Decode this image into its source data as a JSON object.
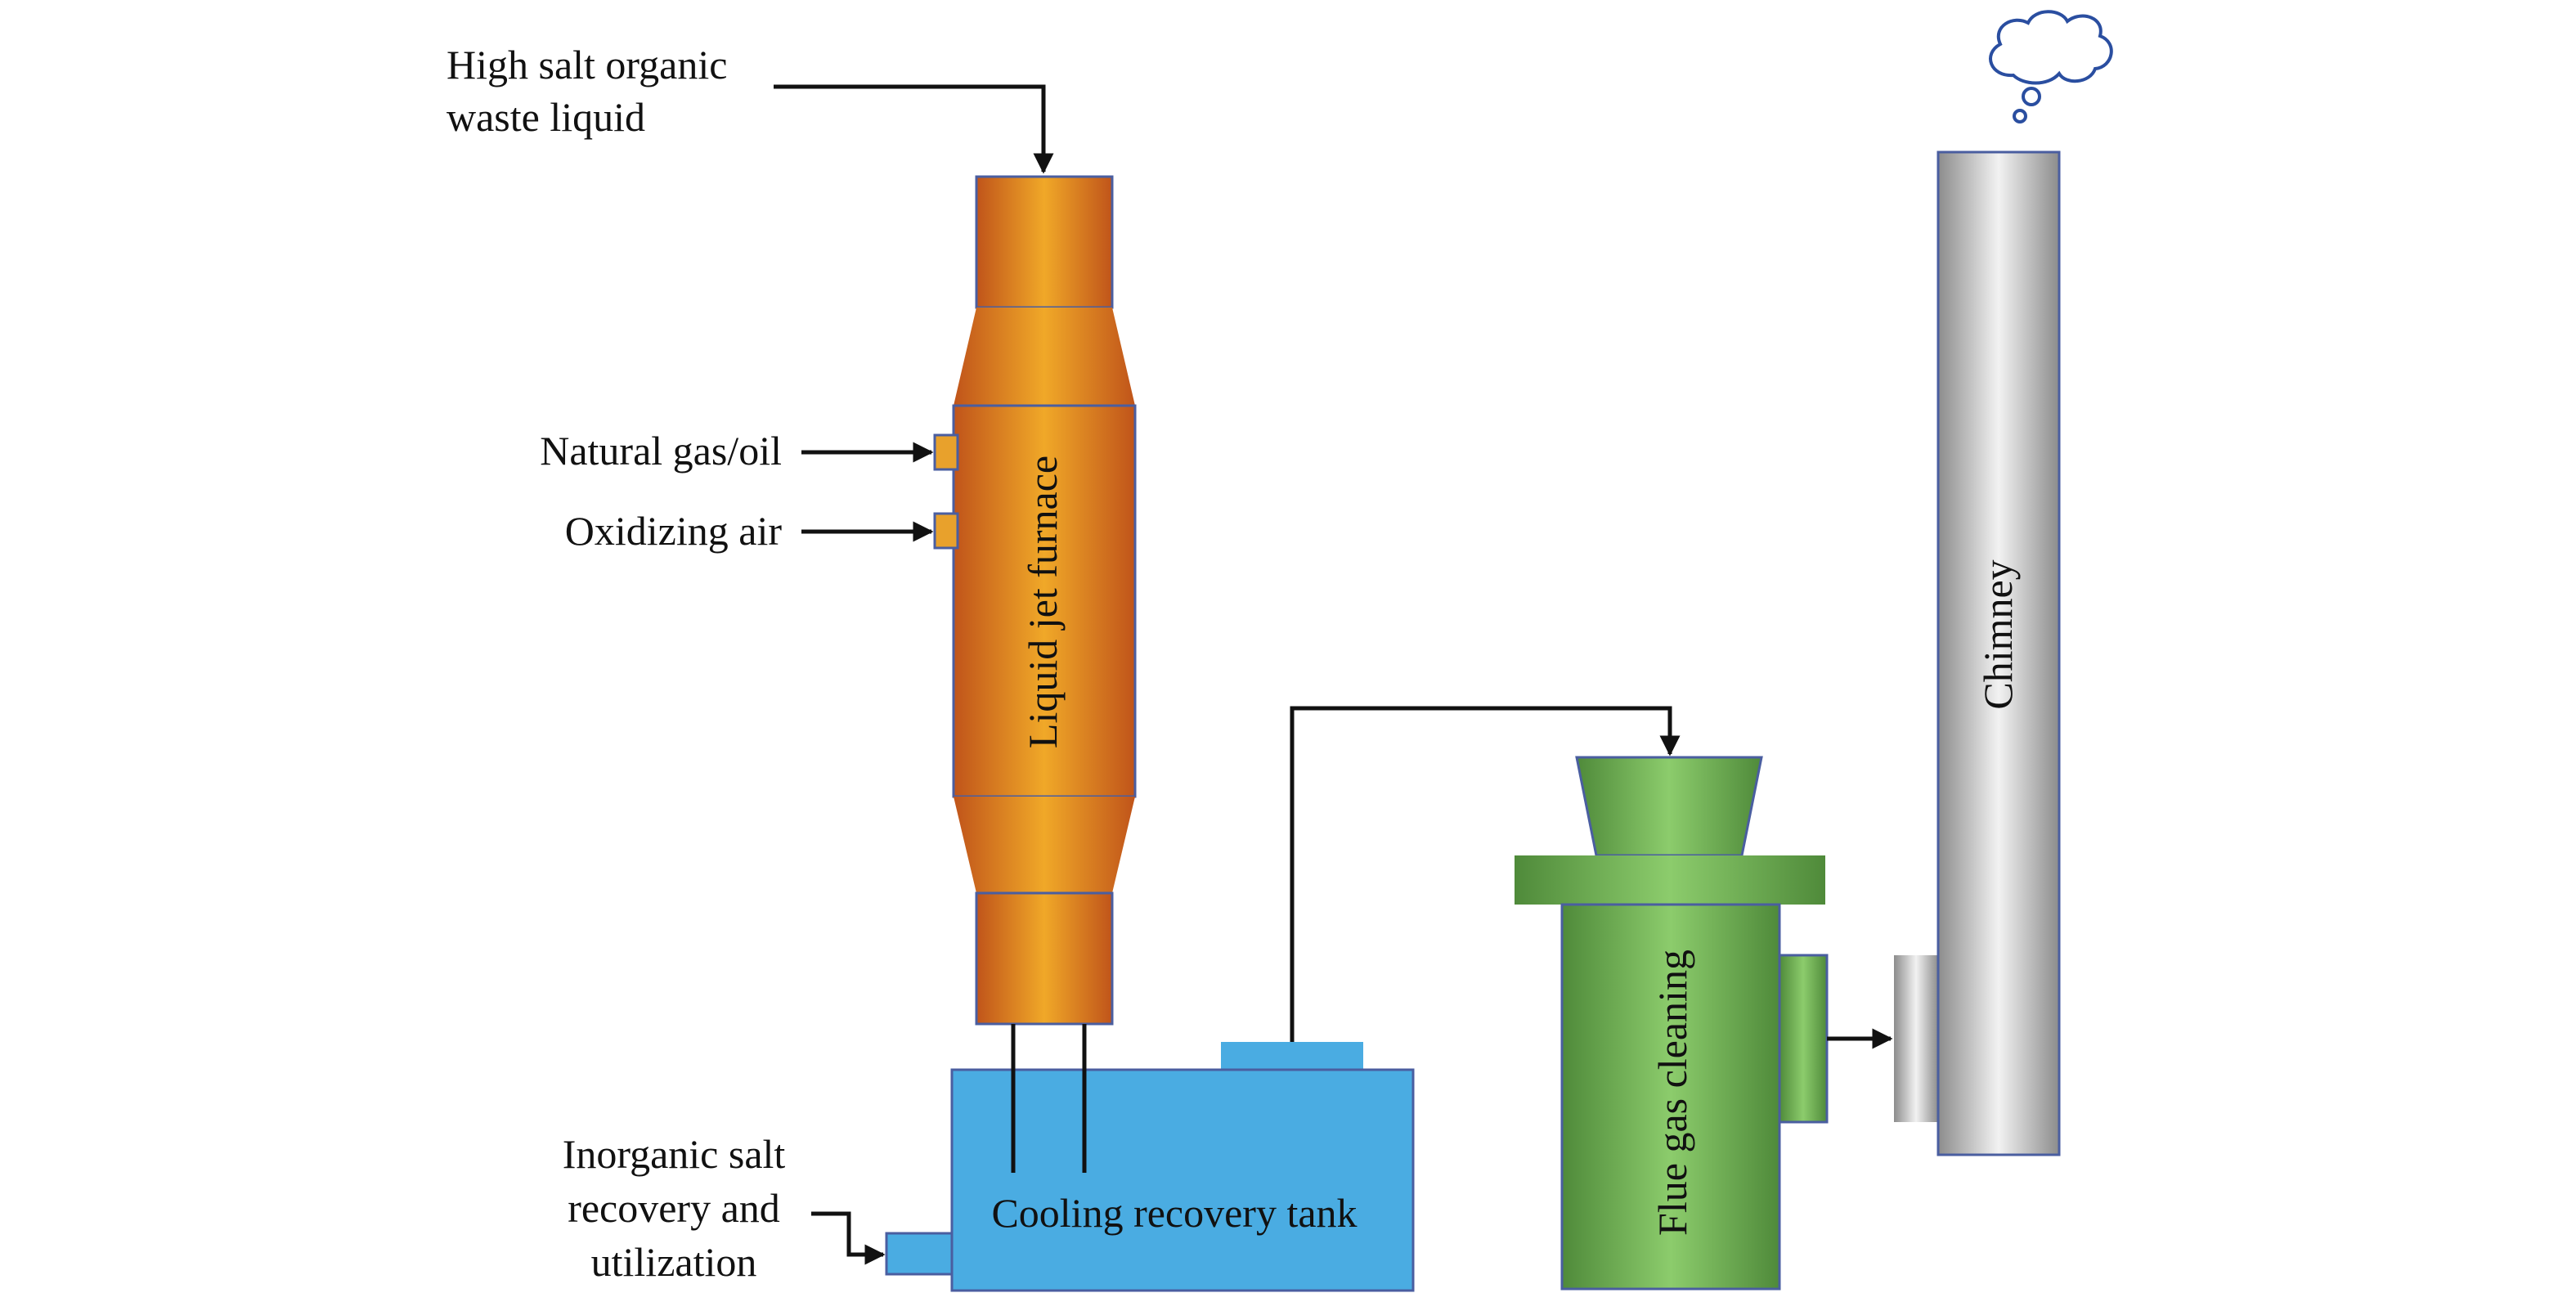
{
  "labels": {
    "feed": [
      "High salt organic",
      "waste liquid"
    ],
    "fuel": "Natural gas/oil",
    "air": "Oxidizing air",
    "salt": [
      "Inorganic salt",
      "recovery and",
      "utilization"
    ]
  },
  "components": {
    "furnace": "Liquid jet furnace",
    "tank": "Cooling recovery tank",
    "cleaner": "Flue gas cleaning",
    "chimney": "Chimney"
  },
  "colors": {
    "furnace_dark": "#c0541a",
    "furnace_light": "#f0a828",
    "tank": "#4aace2",
    "cleaner_dark": "#4f8a3a",
    "cleaner_light": "#8ccc6c",
    "chimney_dark": "#8c8c8c",
    "chimney_light": "#f2f2f2",
    "outline": "#4a5ea0",
    "arrow": "#111111"
  },
  "icons": [
    "smoke-cloud-icon"
  ]
}
